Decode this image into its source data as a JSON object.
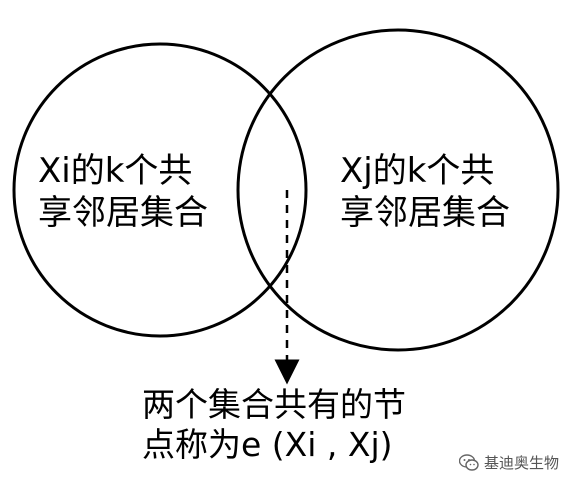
{
  "diagram": {
    "left_set": {
      "line1": "Xi的k个共",
      "line2": "享邻居集合"
    },
    "right_set": {
      "line1": "Xj的k个共",
      "line2": "享邻居集合"
    },
    "intersection": {
      "line1": "两个集合共有的节",
      "line2": "点称为e (Xi , Xj)"
    }
  },
  "watermark": {
    "text": "基迪奥生物",
    "icon": "wechat-icon"
  },
  "colors": {
    "stroke": "#000000",
    "background": "#ffffff"
  }
}
